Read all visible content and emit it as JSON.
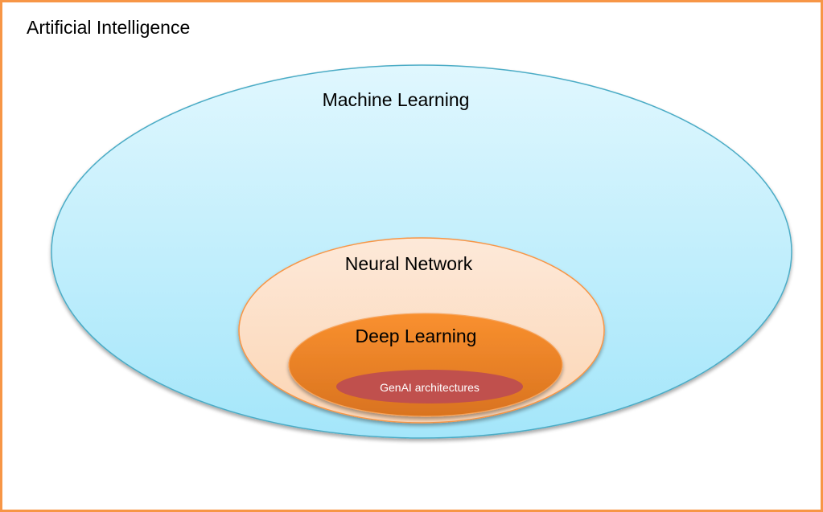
{
  "diagram": {
    "type": "nested-venn",
    "title": "Artificial Intelligence",
    "sets": [
      {
        "id": "machine-learning",
        "label": "Machine Learning",
        "parent": "artificial-intelligence",
        "colors": {
          "stroke": "#4bacc6",
          "fill_top": "#e0f7fe",
          "fill_bottom": "#a4e6fa"
        }
      },
      {
        "id": "neural-network",
        "label": "Neural Network",
        "parent": "machine-learning",
        "colors": {
          "stroke": "#f79646",
          "fill_top": "#fde9d9",
          "fill_bottom": "#fcd5b4"
        }
      },
      {
        "id": "deep-learning",
        "label": "Deep Learning",
        "parent": "neural-network",
        "colors": {
          "stroke": "#e36c0a",
          "fill_top": "#f9902f",
          "fill_bottom": "#d9731f"
        }
      },
      {
        "id": "genai-architectures",
        "label": "GenAI architectures",
        "parent": "deep-learning",
        "colors": {
          "fill": "#c0504d",
          "text": "#ffffff"
        }
      }
    ],
    "frame_color": "#f79646"
  }
}
